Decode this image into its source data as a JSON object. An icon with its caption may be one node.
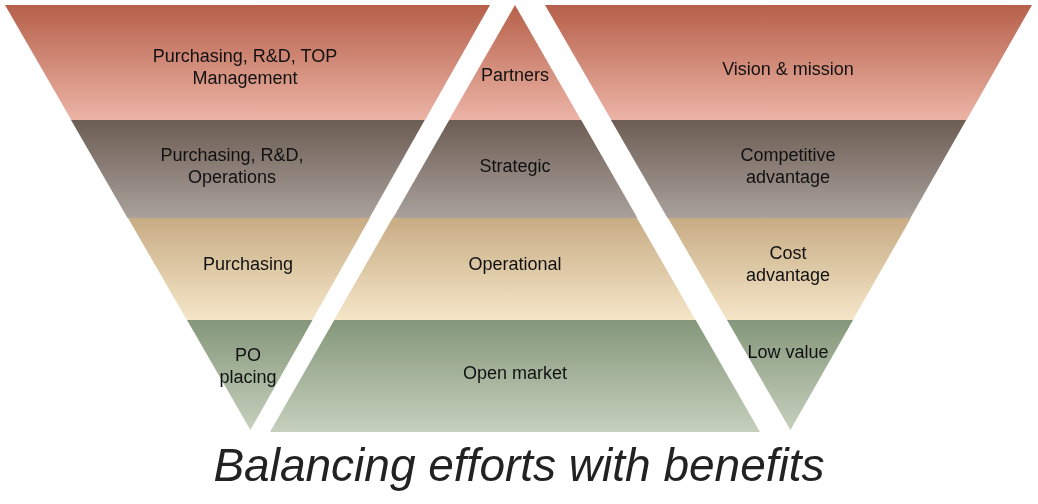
{
  "diagram": {
    "title": "Balancing efforts with benefits",
    "nodes": [
      {
        "text": [
          "Purchasing, R&D, TOP Management"
        ]
      },
      {
        "text": [
          "Purchasing, R&D, Operations"
        ]
      },
      {
        "text": [
          "Purchasing"
        ]
      },
      {
        "text": [
          "PO placing"
        ]
      },
      {
        "text": [
          "Partners"
        ]
      },
      {
        "text": [
          "Strategic"
        ]
      },
      {
        "text": [
          "Operational"
        ]
      },
      {
        "text": [
          "Open market"
        ]
      },
      {
        "text": [
          "Vision & mission"
        ]
      },
      {
        "text": [
          "Competitive advantage"
        ]
      },
      {
        "text": [
          "Cost advantage"
        ]
      },
      {
        "text": [
          "Low value"
        ]
      }
    ]
  }
}
